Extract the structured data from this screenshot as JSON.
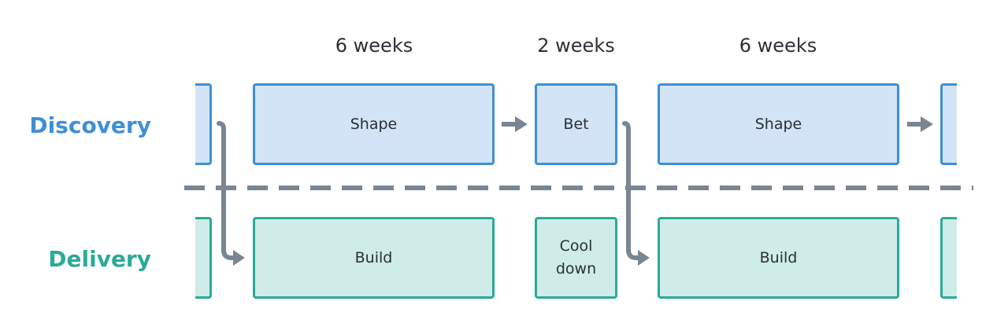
{
  "durations": {
    "first": "6 weeks",
    "second": "2 weeks",
    "third": "6 weeks"
  },
  "lanes": {
    "discovery": "Discovery",
    "delivery": "Delivery"
  },
  "discovery_boxes": {
    "shape_1": "Shape",
    "bet": "Bet",
    "shape_2": "Shape"
  },
  "delivery_boxes": {
    "build_1": "Build",
    "cooldown": "Cool\ndown",
    "build_2": "Build"
  },
  "colors": {
    "discovery_accent": "#3f8fd6",
    "discovery_fill": "#d3e4f6",
    "delivery_accent": "#2aaa98",
    "delivery_fill": "#cfece8",
    "connector": "#7a8691"
  }
}
